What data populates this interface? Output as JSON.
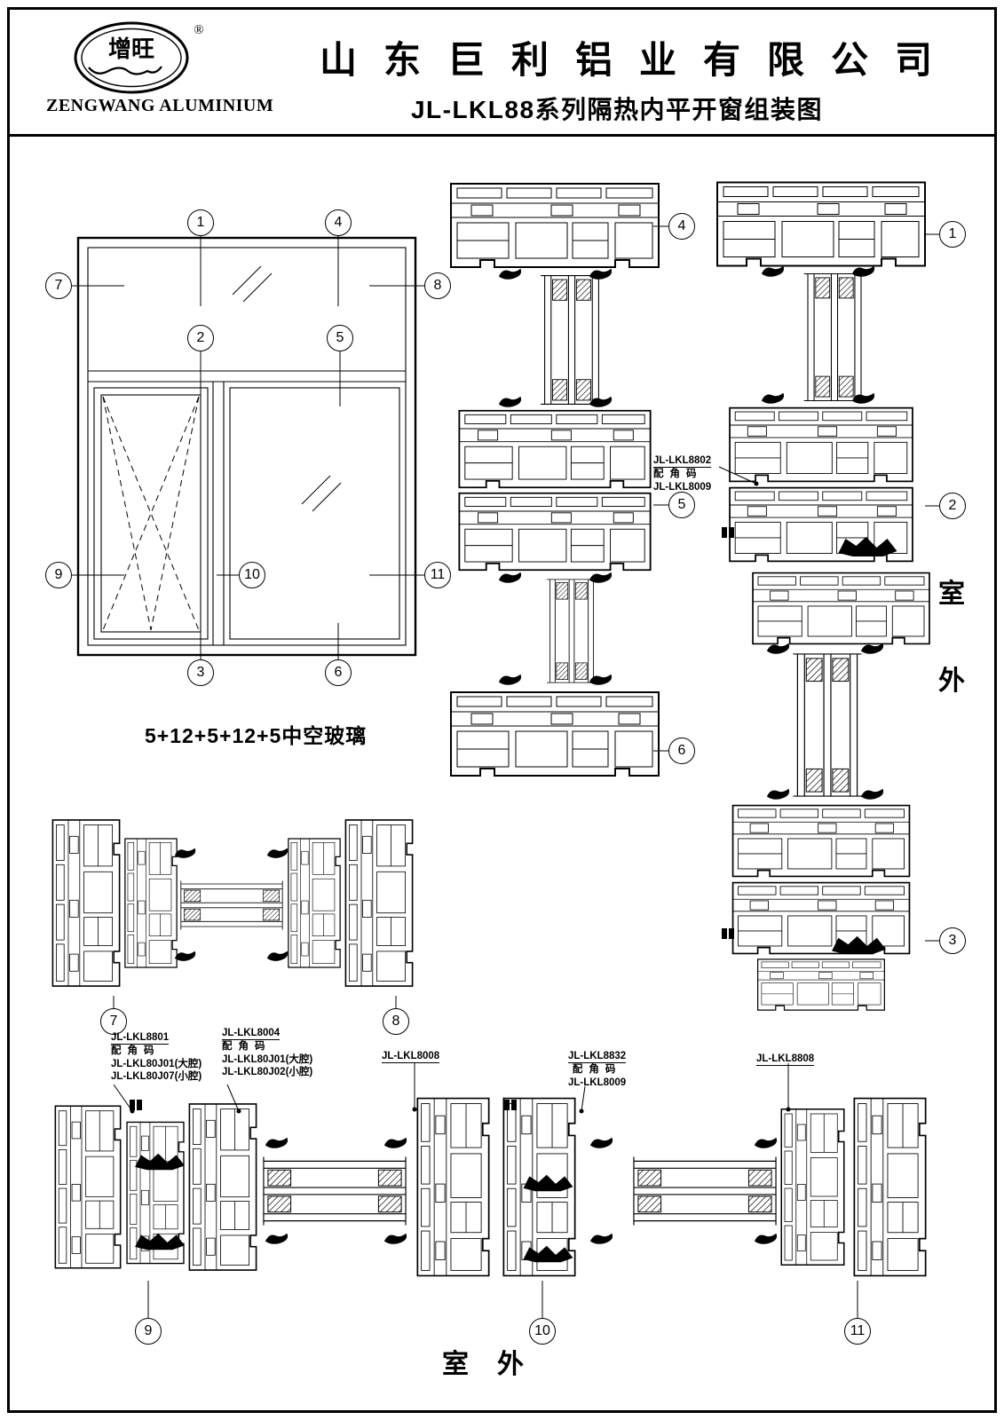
{
  "header": {
    "logo": {
      "brand_cn": "增旺",
      "registered": "®",
      "brand_en": "ZENGWANG ALUMINIUM"
    },
    "company_title": "山东巨利铝业有限公司",
    "drawing_title": "JL-LKL88系列隔热内平开窗组装图"
  },
  "elevation": {
    "glass_spec": "5+12+5+12+5中空玻璃"
  },
  "callouts": {
    "1": "1",
    "2": "2",
    "3": "3",
    "4": "4",
    "5": "5",
    "6": "6",
    "7": "7",
    "8": "8",
    "9": "9",
    "10": "10",
    "11": "11"
  },
  "part_labels": {
    "l8802": {
      "line1": "JL-LKL8802",
      "line2": "配角码",
      "line3": "JL-LKL8009"
    },
    "l8801": {
      "line1": "JL-LKL8801",
      "line2": "配角码",
      "line3": "JL-LKL80J01(大腔)",
      "line4": "JL-LKL80J07(小腔)"
    },
    "l8004": {
      "line1": "JL-LKL8004",
      "line2": "配角码",
      "line3": "JL-LKL80J01(大腔)",
      "line4": "JL-LKL80J02(小腔)"
    },
    "l8008": {
      "line1": "JL-LKL8008"
    },
    "l8832": {
      "line1": "JL-LKL8832",
      "line2": "配角码",
      "line3": "JL-LKL8009"
    },
    "l8808": {
      "line1": "JL-LKL8808"
    }
  },
  "orientation": {
    "right_vertical": [
      "室",
      "外"
    ],
    "bottom": "室外"
  },
  "colors": {
    "ink": "#000000",
    "paper": "#ffffff"
  }
}
